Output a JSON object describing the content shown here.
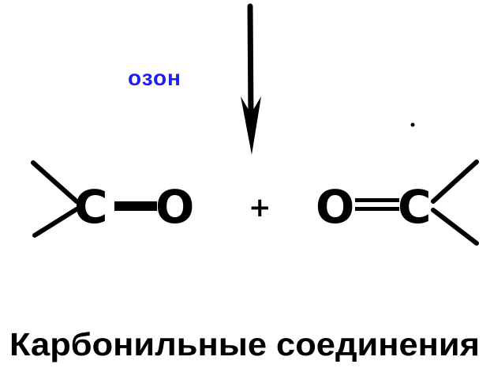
{
  "reagent_label": "озон",
  "left_fragment": {
    "carbon": "C",
    "oxygen": "O"
  },
  "operator": "+",
  "right_fragment": {
    "oxygen": "O",
    "carbon": "C"
  },
  "caption": "Карбонильные соединения",
  "colors": {
    "reagent_label": "#1f1ff0",
    "ink": "#000000",
    "background": "#ffffff"
  }
}
